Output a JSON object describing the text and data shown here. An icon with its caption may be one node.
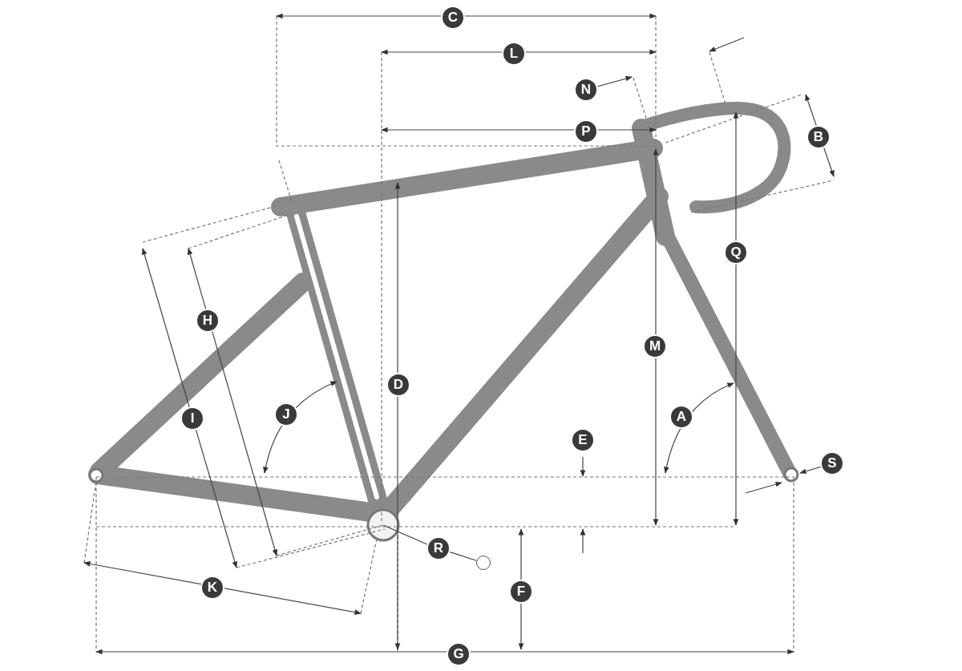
{
  "diagram": {
    "nodes": [
      {
        "text": [
          "C"
        ]
      },
      {
        "text": [
          "L"
        ]
      },
      {
        "text": [
          "N"
        ]
      },
      {
        "text": [
          "B"
        ]
      },
      {
        "text": [
          "P"
        ]
      },
      {
        "text": [
          "Q"
        ]
      },
      {
        "text": [
          "H"
        ]
      },
      {
        "text": [
          "M"
        ]
      },
      {
        "text": [
          "D"
        ]
      },
      {
        "text": [
          "J"
        ]
      },
      {
        "text": [
          "I"
        ]
      },
      {
        "text": [
          "A"
        ]
      },
      {
        "text": [
          "E"
        ]
      },
      {
        "text": [
          "S"
        ]
      },
      {
        "text": [
          "R"
        ]
      },
      {
        "text": [
          "K"
        ]
      },
      {
        "text": [
          "F"
        ]
      },
      {
        "text": [
          "G"
        ]
      },
      {
        "text": [],
        "shape": "circle"
      }
    ],
    "edges": [
      {
        "from": 14,
        "to": 18,
        "arrow": "none"
      }
    ]
  }
}
